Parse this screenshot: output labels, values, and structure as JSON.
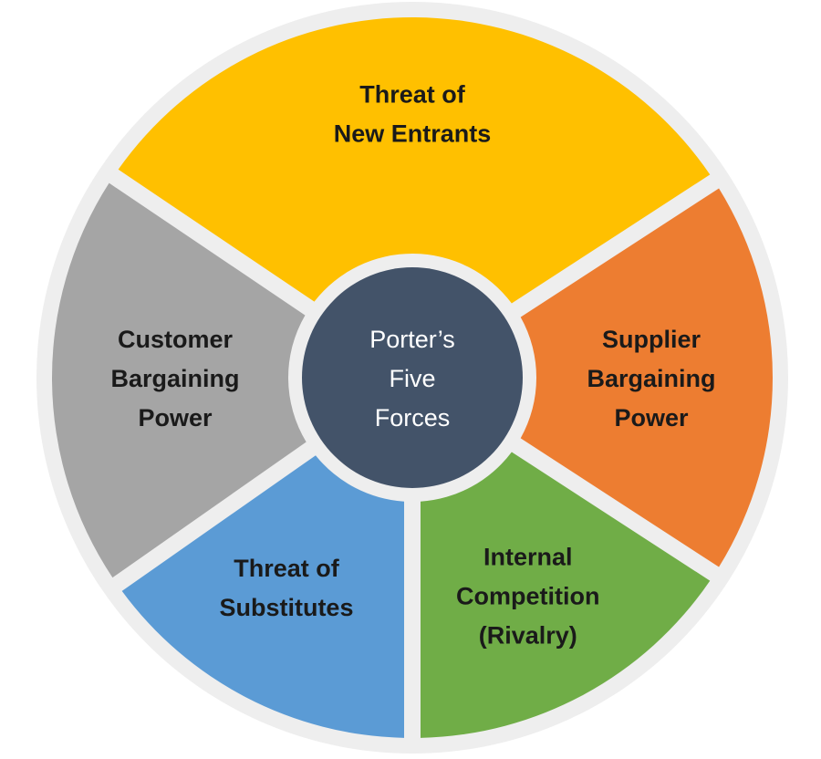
{
  "diagram": {
    "center": {
      "lines": [
        "Porter’s",
        "Five",
        "Forces"
      ],
      "color": "#435369"
    },
    "ring_background": "#eeeeee",
    "segments": [
      {
        "id": "new-entrants",
        "lines": [
          "Threat of",
          "New Entrants"
        ],
        "color": "#ffc000"
      },
      {
        "id": "supplier-power",
        "lines": [
          "Supplier",
          "Bargaining",
          "Power"
        ],
        "color": "#ed7d31"
      },
      {
        "id": "internal-competition",
        "lines": [
          "Internal",
          "Competition",
          "(Rivalry)"
        ],
        "color": "#70ad47"
      },
      {
        "id": "substitutes",
        "lines": [
          "Threat of",
          "Substitutes"
        ],
        "color": "#5b9bd5"
      },
      {
        "id": "customer-power",
        "lines": [
          "Customer",
          "Bargaining",
          "Power"
        ],
        "color": "#a5a5a5"
      }
    ]
  }
}
